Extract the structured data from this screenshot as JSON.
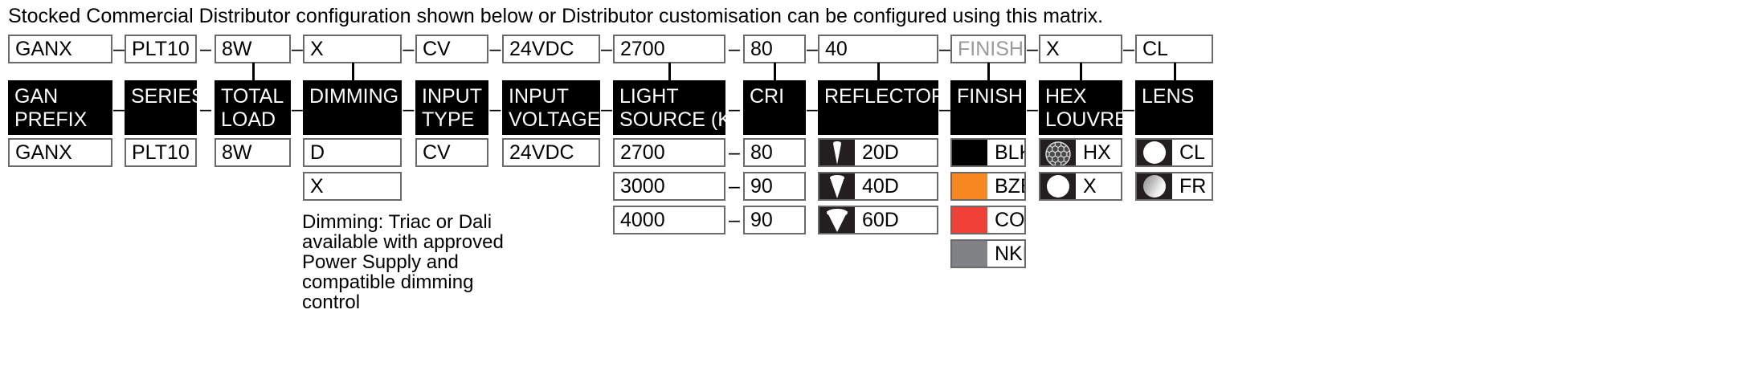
{
  "intro": "Stocked Commercial Distributor configuration shown below or Distributor customisation can be configured using this matrix.",
  "separator": "–",
  "columns": [
    {
      "key": "gan_prefix",
      "header_line1": "GAN",
      "header_line2": "PREFIX",
      "selected": "GANX",
      "selected_ghost": false,
      "tick": false,
      "options": [
        {
          "label": "GANX",
          "swatch": null,
          "icon": null
        }
      ]
    },
    {
      "key": "series",
      "header_line1": "SERIES",
      "header_line2": "",
      "selected": "PLT10",
      "selected_ghost": false,
      "tick": false,
      "options": [
        {
          "label": "PLT10",
          "swatch": null,
          "icon": null
        }
      ]
    },
    {
      "key": "total_load",
      "header_line1": "TOTAL",
      "header_line2": "LOAD",
      "selected": "8W",
      "selected_ghost": false,
      "tick": true,
      "options": [
        {
          "label": "8W",
          "swatch": null,
          "icon": null
        }
      ]
    },
    {
      "key": "dimming",
      "header_line1": "DIMMING",
      "header_line2": "",
      "selected": "X",
      "selected_ghost": false,
      "tick": true,
      "options": [
        {
          "label": "D",
          "swatch": null,
          "icon": null
        },
        {
          "label": "X",
          "swatch": null,
          "icon": null
        }
      ],
      "note": "Dimming: Triac or Dali\navailable with approved\nPower Supply and\ncompatible dimming control"
    },
    {
      "key": "input_type",
      "header_line1": "INPUT",
      "header_line2": "TYPE",
      "selected": "CV",
      "selected_ghost": false,
      "tick": false,
      "options": [
        {
          "label": "CV",
          "swatch": null,
          "icon": null
        }
      ]
    },
    {
      "key": "input_voltage",
      "header_line1": "INPUT",
      "header_line2": "VOLTAGE",
      "selected": "24VDC",
      "selected_ghost": false,
      "tick": false,
      "options": [
        {
          "label": "24VDC",
          "swatch": null,
          "icon": null
        }
      ]
    },
    {
      "key": "light_source",
      "header_line1": "LIGHT",
      "header_line2": "SOURCE (K)",
      "selected": "2700",
      "selected_ghost": false,
      "tick": true,
      "options": [
        {
          "label": "2700",
          "swatch": null,
          "icon": null
        },
        {
          "label": "3000",
          "swatch": null,
          "icon": null
        },
        {
          "label": "4000",
          "swatch": null,
          "icon": null
        }
      ]
    },
    {
      "key": "cri",
      "header_line1": "CRI",
      "header_line2": "",
      "selected": "80",
      "selected_ghost": false,
      "tick": true,
      "leading_dash": true,
      "options": [
        {
          "label": "80",
          "swatch": null,
          "icon": null
        },
        {
          "label": "90",
          "swatch": null,
          "icon": null
        },
        {
          "label": "90",
          "swatch": null,
          "icon": null
        }
      ]
    },
    {
      "key": "reflector",
      "header_line1": "REFLECTOR",
      "header_line2": "",
      "selected": "40",
      "selected_ghost": false,
      "tick": true,
      "options": [
        {
          "label": "20D",
          "swatch": null,
          "icon": "cone-narrow-icon"
        },
        {
          "label": "40D",
          "swatch": null,
          "icon": "cone-medium-icon"
        },
        {
          "label": "60D",
          "swatch": null,
          "icon": "cone-wide-icon"
        }
      ]
    },
    {
      "key": "finish",
      "header_line1": "FINISH",
      "header_line2": "",
      "selected": "FINISH",
      "selected_ghost": true,
      "tick": true,
      "options": [
        {
          "label": "BLK",
          "swatch": "#000000",
          "icon": "color-swatch-icon"
        },
        {
          "label": "BZE",
          "swatch": "#F6881F",
          "icon": "color-swatch-icon"
        },
        {
          "label": "COP",
          "swatch": "#EF4136",
          "icon": "color-swatch-icon"
        },
        {
          "label": "NKL",
          "swatch": "#808285",
          "icon": "color-swatch-icon"
        }
      ]
    },
    {
      "key": "hex_louvre",
      "header_line1": "HEX",
      "header_line2": "LOUVRE",
      "selected": "X",
      "selected_ghost": false,
      "tick": true,
      "options": [
        {
          "label": "HX",
          "swatch": null,
          "icon": "honeycomb-icon"
        },
        {
          "label": "X",
          "swatch": null,
          "icon": "open-circle-icon"
        }
      ]
    },
    {
      "key": "lens",
      "header_line1": "LENS",
      "header_line2": "",
      "selected": "CL",
      "selected_ghost": false,
      "tick": true,
      "options": [
        {
          "label": "CL",
          "swatch": null,
          "icon": "clear-lens-icon"
        },
        {
          "label": "FR",
          "swatch": null,
          "icon": "frosted-lens-icon"
        }
      ]
    }
  ],
  "colors": {
    "header_bg": "#000000",
    "header_text": "#FFFFFF",
    "box_border": "#6a6a6a",
    "ghost_text": "#9a9a9a",
    "icon_bg": "#231f20",
    "blk": "#000000",
    "bze": "#F6881F",
    "cop": "#EF4136",
    "nkl": "#808285"
  }
}
